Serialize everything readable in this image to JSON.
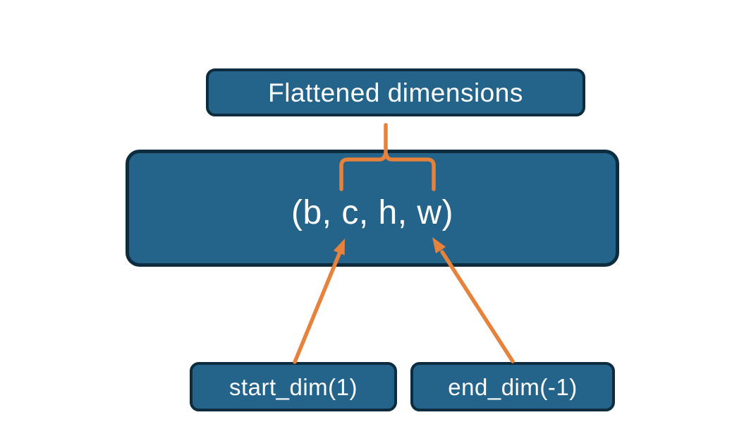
{
  "diagram": {
    "title_node": "Flattened dimensions",
    "tensor_node": "(b, c, h, w)",
    "start_dim_node": "start_dim(1)",
    "end_dim_node": "end_dim(-1)"
  },
  "icons": {
    "brace": "curly-brace-up-icon",
    "arrows": "up-arrow-icon"
  },
  "colors": {
    "background": "#ffffff",
    "box_fill": "#24638a",
    "box_border": "#0d2c3d",
    "accent_orange": "#e6823c",
    "text_white": "#ffffff"
  }
}
